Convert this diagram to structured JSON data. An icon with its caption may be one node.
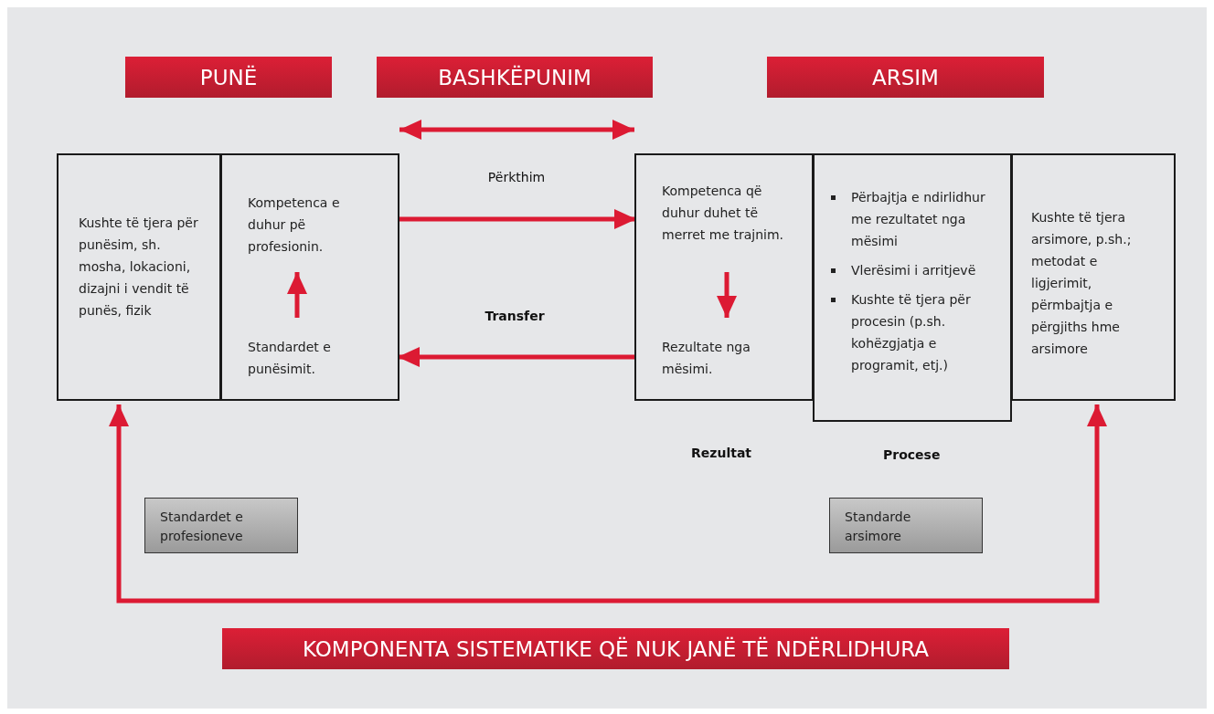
{
  "diagram": {
    "nodes": [
      {
        "text": [
          "PUNË"
        ]
      },
      {
        "text": [
          "BASHKËPUNIM"
        ]
      },
      {
        "text": [
          "ARSIM"
        ]
      },
      {
        "text": [
          "Kushte të tjera për punësim, sh. mosha, lokacioni, dizajni i vendit të punës, fizik"
        ]
      },
      {
        "text": [],
        "shape": "box"
      },
      {
        "text": [
          "Kompetenca e duhur pë profesionin."
        ],
        "in": 4
      },
      {
        "text": [
          "Standardet e punësimit."
        ],
        "in": 4
      },
      {
        "text": [],
        "shape": "box",
        "beside": [
          "Rezultat"
        ]
      },
      {
        "text": [
          "Kompetenca që duhur duhet të merret me trajnim."
        ],
        "in": 7
      },
      {
        "text": [
          "Rezultate nga mësimi."
        ],
        "in": 7
      },
      {
        "text": [
          "Përbajtja e ndirlidhur me rezultatet nga mësimi",
          "Vlerësimi i arritjevë",
          "Kushte të tjera për procesin (p.sh. kohëzgjatja e programit, etj.)"
        ],
        "beside": [
          "Procese"
        ]
      },
      {
        "text": [
          "Kushte të tjera arsimore, p.sh.; metodat e ligjerimit, përmbajtja e përgjiths hme arsimore"
        ]
      },
      {
        "text": [
          "Standardet e profesioneve"
        ]
      },
      {
        "text": [
          "Standarde arsimore"
        ]
      },
      {
        "text": [
          "KOMPONENTA SISTEMATIKE QË NUK JANË TË NDËRLIDHURA"
        ]
      }
    ],
    "edges": [
      {
        "from": 5,
        "to": 8,
        "arrow": "to",
        "label": "Përkthim"
      },
      {
        "from": 9,
        "to": 6,
        "arrow": "to",
        "label": "Transfer"
      },
      {
        "from": 6,
        "to": 5,
        "arrow": "to"
      },
      {
        "from": 8,
        "to": 9,
        "arrow": "to"
      },
      {
        "from": 3,
        "to": 11,
        "arrow": "both"
      },
      {
        "from": 4,
        "to": 7,
        "arrow": "both"
      }
    ]
  }
}
